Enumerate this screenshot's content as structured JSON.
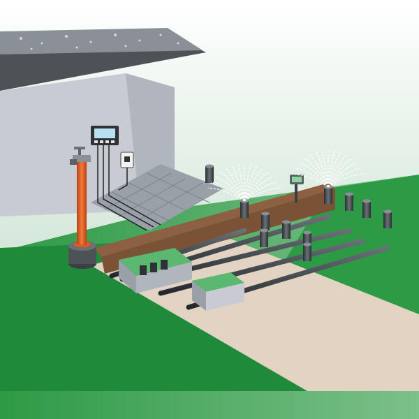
{
  "image": {
    "description_labels": [],
    "text_visible": false
  },
  "components": {
    "house": {
      "present": true
    },
    "control_panel": {
      "present": true,
      "display_color": "#b8e0f0"
    },
    "power_socket": {
      "present": true
    },
    "water_tap": {
      "present": true
    },
    "supply_pipe": {
      "present": true,
      "color": "#e8581a"
    },
    "well_pump": {
      "present": true
    },
    "valve_boxes": {
      "count": 2,
      "lid_color": "#5ab870"
    },
    "soil_sensor": {
      "present": true
    },
    "pop_up_sprinklers": {
      "count": 11,
      "spraying": 2
    },
    "pipe_lines": {
      "count": 5
    }
  },
  "colors": {
    "sky_top": "#ffffff",
    "sky_bottom": "#b8d8c0",
    "lawn": "#1f8a3a",
    "lawn_far": "#3aa050",
    "soil_cut": "#7a5236",
    "path": "#e2d3c3",
    "wall": "#c8ccd2",
    "pipe": "#3a3f44",
    "water": "#ffffff"
  }
}
